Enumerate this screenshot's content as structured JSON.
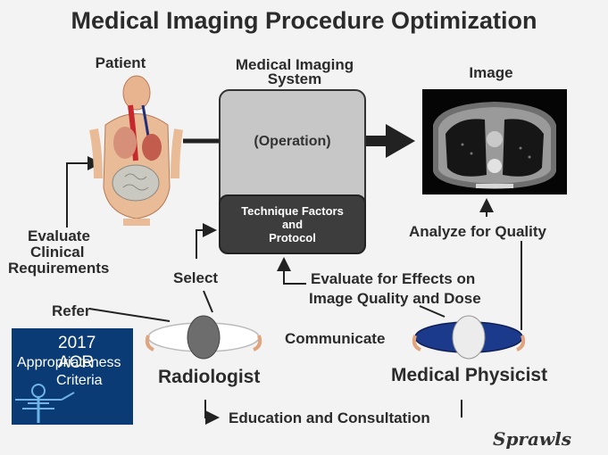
{
  "title": "Medical Imaging Procedure Optimization",
  "labels": {
    "patient": "Patient",
    "system_line1": "Medical Imaging",
    "system_line2": "System",
    "image": "Image",
    "operation": "(Operation)",
    "technique_line1": "Technique Factors",
    "technique_line2": "and",
    "technique_line3": "Protocol",
    "evaluate_clinical_1": "Evaluate",
    "evaluate_clinical_2": "Clinical",
    "evaluate_clinical_3": "Requirements",
    "analyze": "Analyze for Quality",
    "select": "Select",
    "evaluate_effects_1": "Evaluate for Effects on",
    "evaluate_effects_2": "Image Quality and Dose",
    "refer": "Refer",
    "communicate": "Communicate",
    "radiologist": "Radiologist",
    "physicist": "Medical Physicist",
    "education": "Education and Consultation",
    "signature": "Sprawls"
  },
  "logo": {
    "line1": "2017 ACR",
    "line2": "Appropriateness",
    "line3": "Criteria"
  },
  "colors": {
    "system_box": "#c7c7c7",
    "technique_box": "#3d3d3d",
    "physicist_blue": "#1c3a8c",
    "logo_blue": "#0b3b74"
  }
}
